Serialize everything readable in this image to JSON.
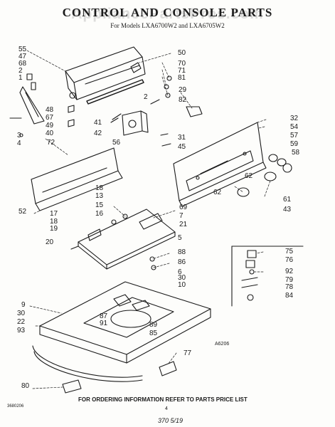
{
  "header": {
    "title": "CONTROL AND CONSOLE PARTS",
    "subtitle": "For Models LXA6700W2 and LXA6705W2",
    "watermark": "AppliancePartsPros.com"
  },
  "footer": {
    "order_note": "FOR ORDERING INFORMATION REFER TO PARTS PRICE LIST",
    "diagram_code": "A6206",
    "left_code": "3680206",
    "page_mark": "4",
    "bottom_mark": "370 5/19"
  },
  "callouts": {
    "c55": "55",
    "c47": "47",
    "c68": "68",
    "c2a": "2",
    "c1": "1",
    "c48": "48",
    "c67": "67",
    "c49": "49",
    "c40": "40",
    "c3": "3",
    "c4": "4",
    "c50": "50",
    "c70": "70",
    "c71": "71",
    "c81": "81",
    "c29": "29",
    "c82": "82",
    "c2b": "2",
    "c41": "41",
    "c42": "42",
    "c56": "56",
    "c31": "31",
    "c45": "45",
    "c32": "32",
    "c54": "54",
    "c57": "57",
    "c59": "59",
    "c58": "58",
    "c62a": "62",
    "c62b": "62",
    "c61": "61",
    "c43": "43",
    "c72": "72",
    "c52": "52",
    "c18a": "18",
    "c13": "13",
    "c15": "15",
    "c16": "16",
    "c69": "69",
    "c7": "7",
    "c21": "21",
    "c17": "17",
    "c18b": "18",
    "c19": "19",
    "c20": "20",
    "c5": "5",
    "c88": "88",
    "c86": "86",
    "c6": "6",
    "c30a": "30",
    "c10": "10",
    "c75": "75",
    "c76": "76",
    "c92": "92",
    "c79": "79",
    "c78": "78",
    "c84": "84",
    "c9": "9",
    "c30b": "30",
    "c22": "22",
    "c93": "93",
    "c87": "87",
    "c91": "91",
    "c89": "89",
    "c85": "85",
    "c77": "77",
    "c80": "80"
  }
}
